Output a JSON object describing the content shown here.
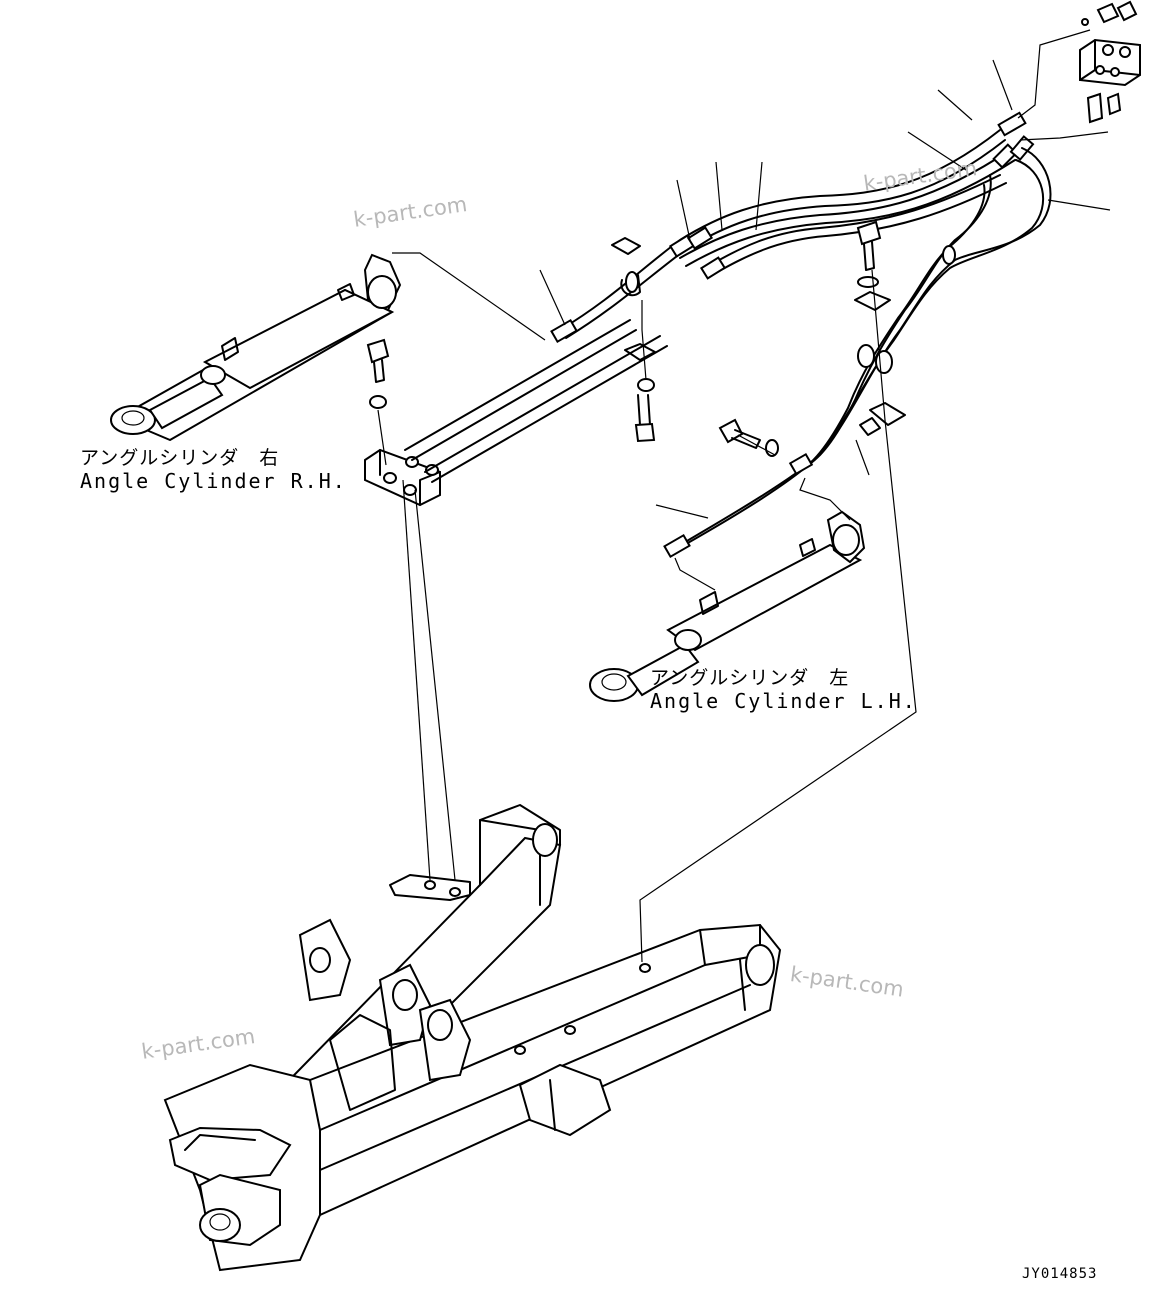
{
  "labels": {
    "right_cylinder_jp": "アングルシリンダ　右",
    "right_cylinder_en": "Angle Cylinder R.H.",
    "left_cylinder_jp": "アングルシリンダ　左",
    "left_cylinder_en": "Angle Cylinder L.H."
  },
  "watermark": "k-part.com",
  "drawing_code": "JY014853"
}
